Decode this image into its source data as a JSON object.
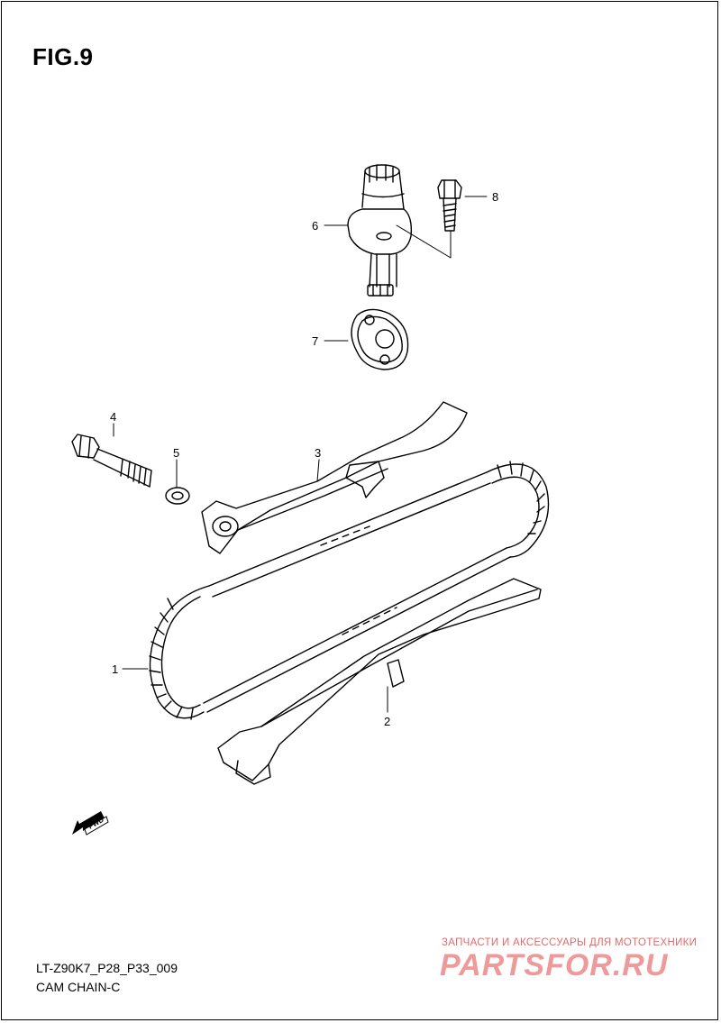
{
  "figure": {
    "title": "FIG.9"
  },
  "callouts": [
    {
      "id": "1",
      "label": "1"
    },
    {
      "id": "2",
      "label": "2"
    },
    {
      "id": "3",
      "label": "3"
    },
    {
      "id": "4",
      "label": "4"
    },
    {
      "id": "5",
      "label": "5"
    },
    {
      "id": "6",
      "label": "6"
    },
    {
      "id": "7",
      "label": "7"
    },
    {
      "id": "8",
      "label": "8"
    }
  ],
  "direction_marker": {
    "label": "FWD",
    "icon": "fwd-arrow-icon"
  },
  "footer": {
    "model_code": "LT-Z90K7_P28_P33_009",
    "section_name": "CAM CHAIN-C"
  },
  "watermark": {
    "tagline": "ЗАПЧАСТИ И АКСЕССУАРЫ ДЛЯ МОТОТЕХНИКИ",
    "logo_text": "PARTSFOR.RU",
    "color": "#e57373"
  }
}
